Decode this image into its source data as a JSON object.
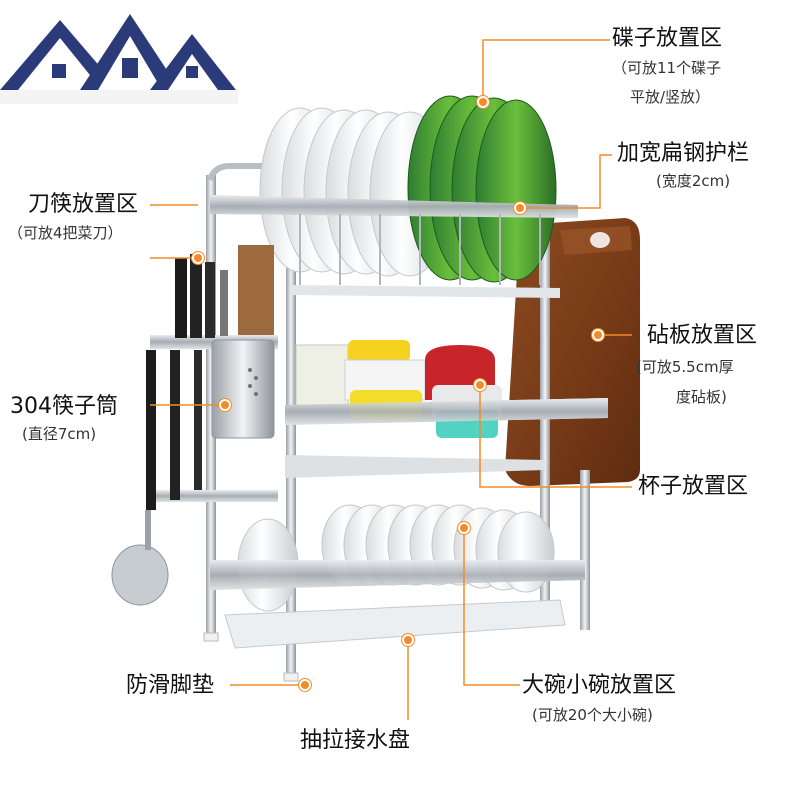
{
  "brand": {
    "logo_icon": "house-roof-logo-icon"
  },
  "accent_color": "#f28c28",
  "callouts": {
    "plate_area": {
      "title": "碟子放置区",
      "sub1": "（可放11个碟子",
      "sub2": "平放/竖放）"
    },
    "rail": {
      "title": "加宽扁钢护栏",
      "sub": "(宽度2cm)"
    },
    "knife_area": {
      "title": "刀筷放置区",
      "sub": "（可放4把菜刀）"
    },
    "board_area": {
      "title": "砧板放置区",
      "sub1": "(可放5.5cm厚",
      "sub2": "度砧板)"
    },
    "chopstick": {
      "title": "304筷子筒",
      "sub": "(直径7cm)"
    },
    "cup_area": {
      "title": "杯子放置区"
    },
    "feet": {
      "title": "防滑脚垫"
    },
    "bowl_area": {
      "title": "大碗小碗放置区",
      "sub": "(可放20个大小碗)"
    },
    "drip_tray": {
      "title": "抽拉接水盘"
    }
  }
}
